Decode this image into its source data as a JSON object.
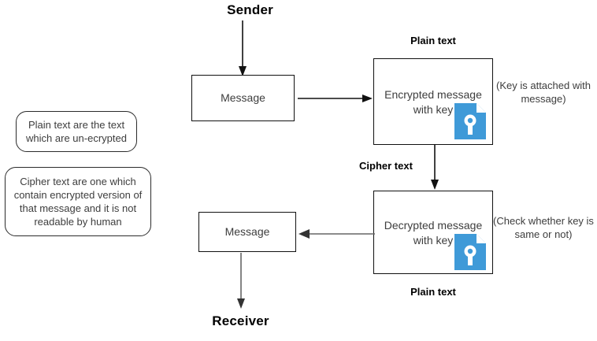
{
  "diagram": {
    "title_top": "Sender",
    "title_bottom": "Receiver",
    "nodes": {
      "message_top": "Message",
      "message_bottom": "Message",
      "encrypt_box": "Encrypted message with key",
      "decrypt_box": "Decrypted message with key"
    },
    "notes": {
      "plain_text_note": "Plain text are the text which are un-ecrypted",
      "cipher_text_note": "Cipher text are one which contain encrypted version of that message and it is not readable by human"
    },
    "callouts": {
      "key_attached": "(Key is attached with message)",
      "key_check": "(Check whether key is same or not)"
    },
    "edge_labels": {
      "plain_text_top": "Plain text",
      "cipher_text": "Cipher text",
      "plain_text_bottom": "Plain text"
    },
    "icons": {
      "encrypt_key_doc": "key-document-icon",
      "decrypt_key_doc": "key-document-icon"
    },
    "colors": {
      "icon_blue": "#3f9ad8",
      "stroke_black": "#111111",
      "stroke_gray": "#666666",
      "text_gray": "#3d3d3d",
      "background": "#ffffff"
    }
  }
}
